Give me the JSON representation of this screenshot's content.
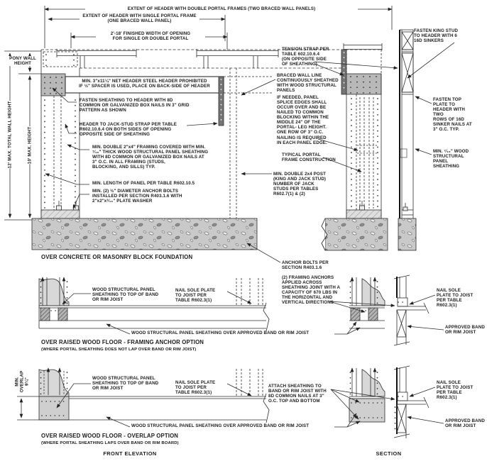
{
  "dimensions": {
    "extent_double": "EXTENT OF HEADER WITH DOUBLE PORTAL FRAMES (TWO BRACED WALL PANELS)",
    "extent_single": "EXTENT OF HEADER WITH SINGLE PORTAL FRAME\n(ONE BRACED WALL PANEL)",
    "opening_width": "2'-18' FINISHED WIDTH OF OPENING\nFOR SINGLE OR DOUBLE PORTAL",
    "pony_wall": "PONY WALL\nHEIGHT",
    "max_total_wall_height": "12' MAX. TOTAL WALL HEIGHT",
    "max_leg_height": "10' MAX. HEIGHT",
    "min_overlap": "MIN.\nOVERLAP\n9¼\""
  },
  "elevation": {
    "header_note": "MIN. 3\"x11¼\" NET HEADER STEEL HEADER PROHIBITED\nIF ½\" SPACER IS USED, PLACE ON BACK-SIDE OF HEADER",
    "fasten_sheathing": "FASTEN SHEATHING TO HEADER WITH 8D\nCOMMON OR GALVANIZED BOX NAILS IN 3\" GRID\nPATTERN AS SHOWN",
    "header_strap": "HEADER TO JACK-STUD STRAP PER TABLE\nR602.10.6.4 ON BOTH SIDES OF OPENING\nOPPOSITE SIDE OF SHEATHING",
    "framing": "MIN. DOUBLE 2\"x4\" FRAMING COVERED WITH MIN.\n⁷⁄₁₆\" THICK WOOD STRUCTURAL PANEL SHEATHING\nWITH 8D COMMON OR GALVANIZED BOX NAILS AT\n3\" O.C. IN ALL FRAMING (STUDS,\nBLOCKING, AND SILLS) TYP.",
    "panel_length": "MIN. LENGTH OF PANEL PER TABLE R602.10.5",
    "anchor_bolts": "MIN. (2) ½\" DIAMETER ANCHOR BOLTS\nINSTALLED PER SECTION R403.1.6 WITH\n2\"x2\"x³⁄₁₆\" PLATE WASHER",
    "tension_strap": "TENSION STRAP PER\nTABLE 602.10.6.4\n(ON OPPOSITE SIDE\nOF SHEATHING)",
    "braced_wall_line": "BRACED WALL LINE\nCONTINUOUSLY SHEATHED\nWITH WOOD STRUCTURAL\nPANELS",
    "panel_splice": "IF NEEDED, PANEL\nSPLICE EDGES SHALL\nOCCUR OVER AND BE\nNAILED TO COMMON\nBLOCKING WITHIN THE\nMIDDLE 24\" OF THE\nPORTAL- LEG HEIGHT.\nONE ROW OF 3\" O.C.\nNAILING IS REQUIRED\nIN EACH PANEL EDGE.",
    "typical_portal": "TYPICAL PORTAL\nFRAME CONSTRUCTION",
    "double_post": "MIN. DOUBLE 2x4 POST\n(KING AND JACK STUD)\nNUMBER OF JACK\nSTUDS PER TABLES\nR602.7(1) & (2)"
  },
  "section_view": {
    "fasten_king_stud": "FASTEN KING STUD\nTO HEADER WITH 6\n16D SINKERS",
    "fasten_top_plate": "FASTEN TOP\nPLATE TO\nHEADER WITH\nTWO\nROWS OF 16D\nSINKER NAILS AT\n3\" O.C. TYP.",
    "min_panel_sheathing": "MIN. ⁷⁄₁₆\" WOOD\nSTRUCTURAL\nPANEL\nSHEATHING"
  },
  "foundation": {
    "title": "OVER CONCRETE OR MASONRY BLOCK FOUNDATION",
    "anchor_bolts_note": "ANCHOR BOLTS PER\nSECTION R403.1.6"
  },
  "framing_anchor_option": {
    "title": "OVER RAISED WOOD FLOOR - FRAMING ANCHOR OPTION",
    "subtitle": "(WHERE PORTAL SHEATHING DOES NOT LAP OVER BAND OR RIM JOIST)",
    "sheathing_top_band": "WOOD STRUCTURAL PANEL\nSHEATHING TO TOP OF BAND\nOR RIM JOIST",
    "nail_sole_plate": "NAIL SOLE PLATE\nTO JOIST PER\nTABLE R602.3(1)",
    "framing_anchors": "(2) FRAMING ANCHORS\nAPPLIED ACROSS\nSHEATHING JOINT WITH A\nCAPACITY OF 670 LBS IN\nTHE HORIZONTAL AND\nVERTICAL DIRECTIONS",
    "sheathing_over_band": "WOOD STRUCTURAL PANEL SHEATHING OVER APPROVED BAND OR RIM JOIST",
    "nail_sole_plate_section": "NAIL SOLE\nPLATE TO JOIST\nPER TABLE\nR602.3(1)",
    "approved_band": "APPROVED BAND\nOR RIM JOIST"
  },
  "overlap_option": {
    "title": "OVER RAISED WOOD FLOOR - OVERLAP OPTION",
    "subtitle": "(WHERE PORTAL SHEATHING LAPS OVER BAND OR RIM BOARD)",
    "sheathing_top_band": "WOOD STRUCTURAL PANEL\nSHEATHING TO TOP OF BAND\nOR RIM JOIST",
    "nail_sole_plate": "NAIL SOLE PLATE\nTO JOIST PER\nTABLE R602.3(1)",
    "attach_sheathing": "ATTACH SHEATHING TO\nBAND OR RIM JOIST WITH\n8D COMMON NAILS AT 3\"\nO.C. TOP AND BOTTOM",
    "sheathing_over_band": "WOOD STRUCTURAL PANEL SHEATHING OVER APPROVED BAND OR RIM JOIST",
    "nail_sole_plate_section": "NAIL SOLE\nPLATE TO JOIST\nPER TABLE\nR602.3(1)",
    "approved_band": "APPROVED BAND\nOR RIM JOIST"
  },
  "view_labels": {
    "front_elevation": "FRONT ELEVATION",
    "section": "SECTION"
  }
}
